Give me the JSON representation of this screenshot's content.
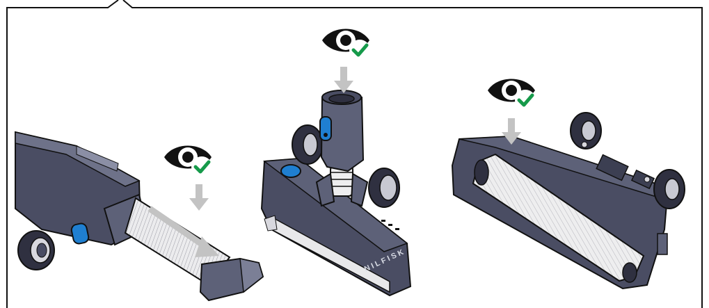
{
  "figure": {
    "brand_text": "NILFISK",
    "colors": {
      "outline": "#111111",
      "body_dark": "#4a4d63",
      "body_mid": "#5d6178",
      "body_light": "#7b7f96",
      "hose_light": "#e8e8ea",
      "arrow_grey": "#c3c3c3",
      "accent_blue": "#1f7fd1",
      "check_green": "#169a4a",
      "wheel_dark": "#2f3040"
    },
    "panels": [
      {
        "id": "nozzle-outlet",
        "inspect_icon": "eye-check-icon",
        "arrow": "down-arrow-icon"
      },
      {
        "id": "neck-joint",
        "inspect_icon": "eye-check-icon",
        "arrow": "down-arrow-icon"
      },
      {
        "id": "brush-roll-underside",
        "inspect_icon": "eye-check-icon",
        "arrow": "down-arrow-icon"
      }
    ]
  }
}
